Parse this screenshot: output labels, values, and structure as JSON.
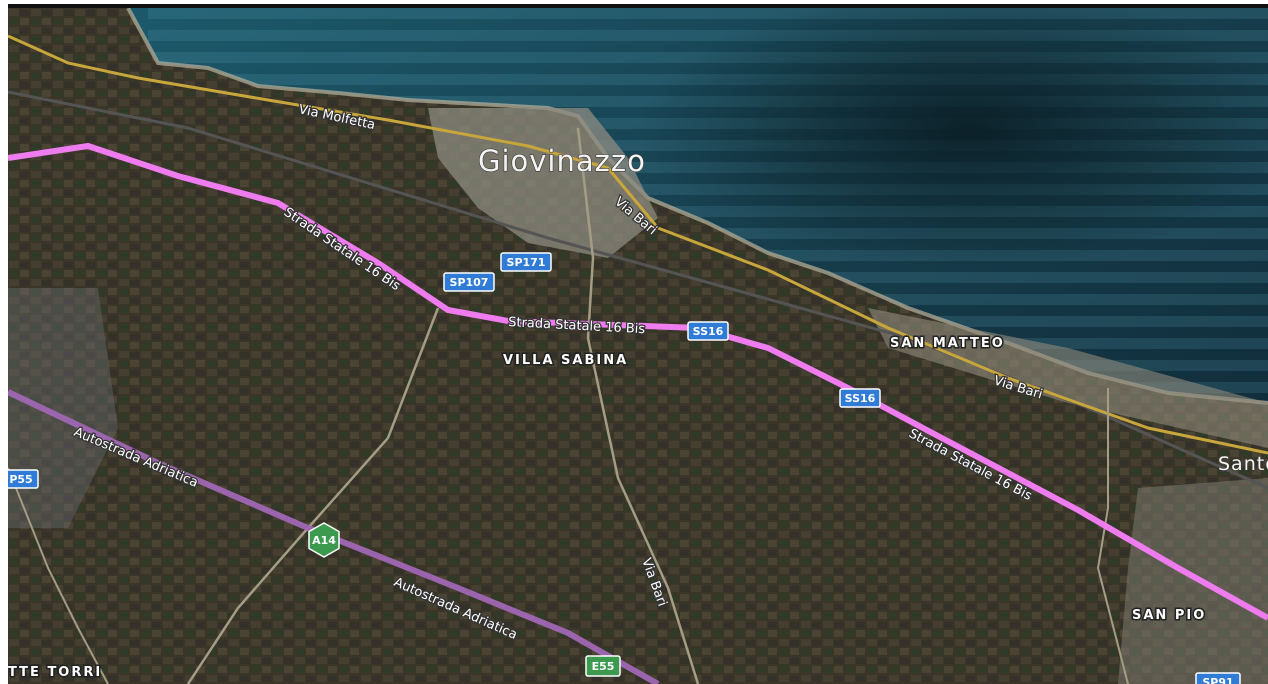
{
  "map": {
    "places": {
      "giovinazzo": "Giovinazzo",
      "villa_sabina": "VILLA SABINA",
      "san_matteo": "SAN MATTEO",
      "san_pio": "SAN PIO",
      "torri": "TTE TORRI",
      "santo": "Santo"
    },
    "roads": {
      "via_molfetta": "Via Molfetta",
      "via_bari": "Via Bari",
      "ss16bis": "Strada Statale 16 Bis",
      "autostrada": "Autostrada Adriatica"
    },
    "shields": {
      "sp107": "SP107",
      "sp171": "SP171",
      "ss16": "SS16",
      "a14": "A14",
      "e55": "E55",
      "sp55": "P55",
      "sp91": "SP91"
    },
    "colors": {
      "sea_deep": "#0f2a35",
      "sea_shallow": "#2a6f86",
      "land": "#3f3a2c",
      "highway_pink": "#ee7cef",
      "motorway_purple": "#a067b4",
      "local_road_yellow": "#c8a63c",
      "shield_blue": "#2f7bd6",
      "shield_green": "#3c9a4f"
    }
  }
}
